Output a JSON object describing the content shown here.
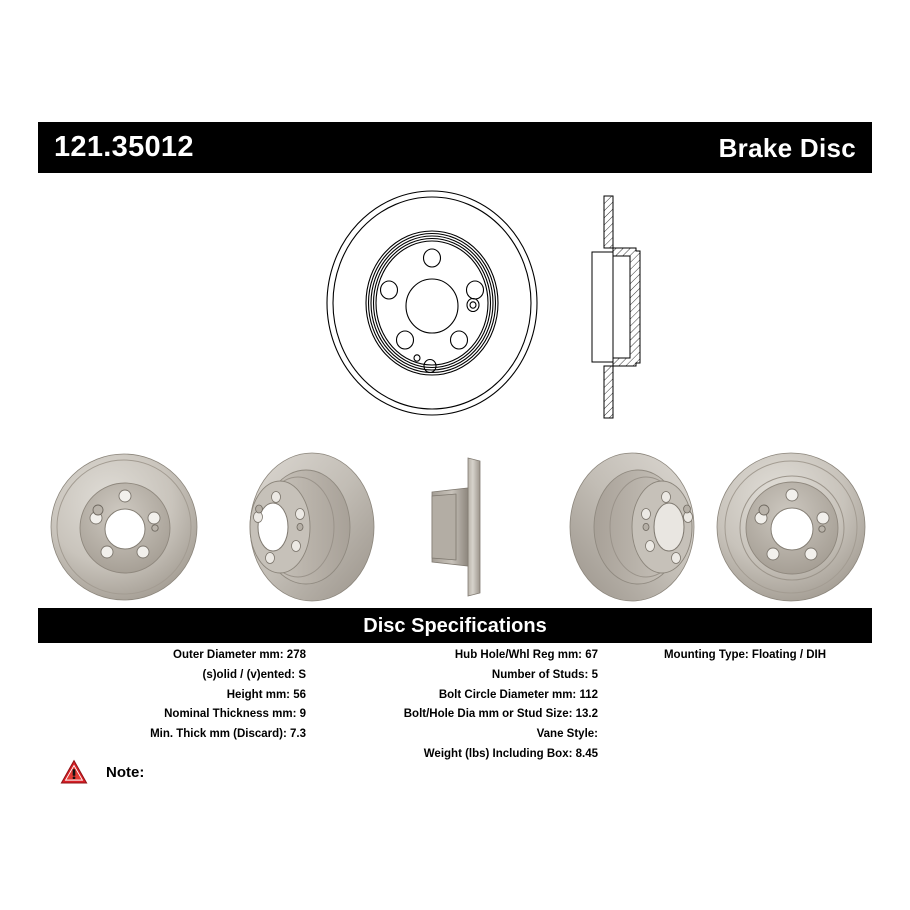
{
  "header": {
    "part_number": "121.35012",
    "product_type": "Brake Disc"
  },
  "spec_section": {
    "title": "Disc Specifications",
    "columns": {
      "left": [
        {
          "label": "Outer Diameter mm:",
          "value": "278"
        },
        {
          "label": "(s)olid / (v)ented:",
          "value": "S"
        },
        {
          "label": "Height mm:",
          "value": "56"
        },
        {
          "label": "Nominal Thickness mm:",
          "value": "9"
        },
        {
          "label": "Min. Thick mm (Discard):",
          "value": "7.3"
        }
      ],
      "middle": [
        {
          "label": "Hub Hole/Whl Reg mm:",
          "value": "67"
        },
        {
          "label": "Number of Studs:",
          "value": "5"
        },
        {
          "label": "Bolt Circle Diameter mm:",
          "value": "112"
        },
        {
          "label": "Bolt/Hole Dia mm or Stud Size:",
          "value": "13.2"
        },
        {
          "label": "Vane Style:",
          "value": ""
        },
        {
          "label": "Weight (lbs) Including Box:",
          "value": "8.45"
        }
      ],
      "right": [
        {
          "label": "Mounting Type:",
          "value": "Floating / DIH"
        }
      ]
    }
  },
  "note": {
    "icon": "warning-triangle-icon",
    "label": "Note:",
    "text": ""
  },
  "drawings": {
    "main_view": "brake-rotor-face-line-drawing",
    "profile_view": "brake-rotor-cross-section-line-drawing"
  },
  "photos": [
    {
      "name": "rotor-photo-angled-hub-face"
    },
    {
      "name": "rotor-photo-perspective-left"
    },
    {
      "name": "rotor-photo-edge-profile"
    },
    {
      "name": "rotor-photo-perspective-right"
    },
    {
      "name": "rotor-photo-front-hub-face"
    }
  ],
  "colors": {
    "bar_background": "#000000",
    "bar_text": "#ffffff",
    "page_background": "#ffffff",
    "warning_red": "#d81f26",
    "metal_light": "#d2cec8",
    "metal_mid": "#b6b0a8",
    "metal_dark": "#8f8880"
  }
}
